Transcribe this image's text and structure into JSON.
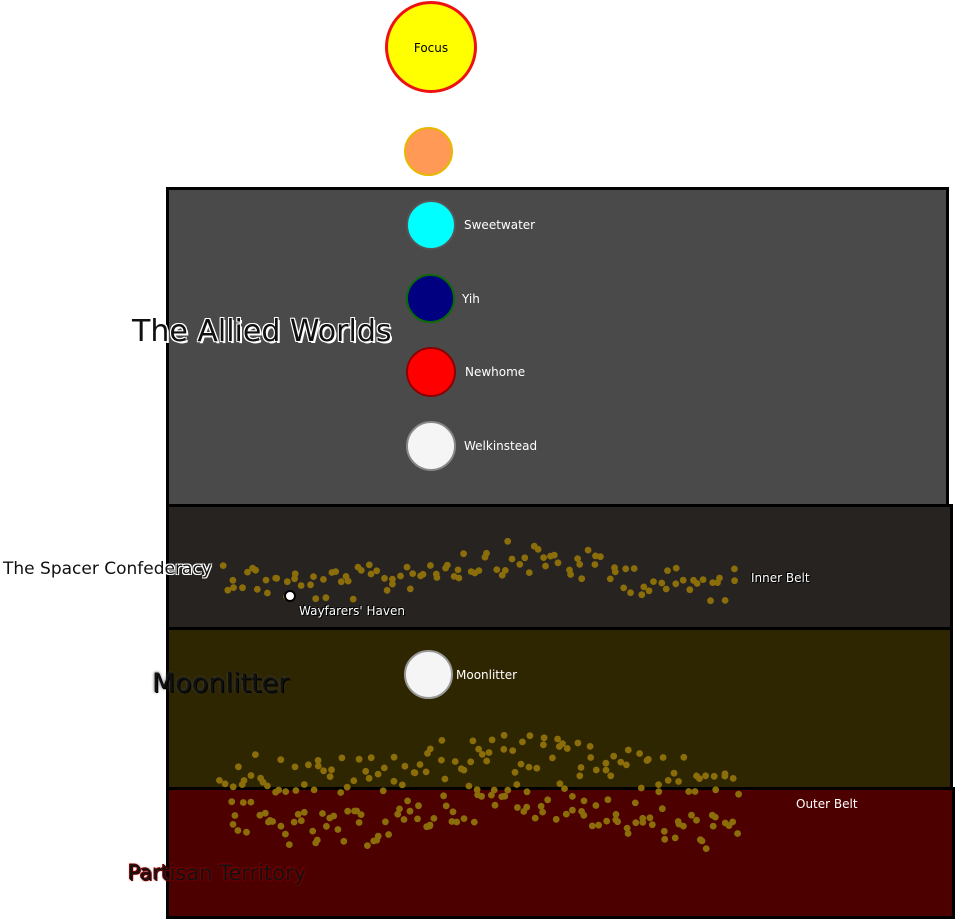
{
  "regions": {
    "allied": "The Allied Worlds",
    "spacer": "The Spacer Confederacy",
    "moonlitter": "Moonlitter",
    "partisan": "Partisan Territory"
  },
  "bodies": {
    "focus": "Focus",
    "sweetwater": "Sweetwater",
    "yih": "Yih",
    "newhome": "Newhome",
    "welkinstead": "Welkinstead",
    "moonlitter": "Moonlitter",
    "wayfarers_haven": "Wayfarers' Haven"
  },
  "belts": {
    "inner": "Inner Belt",
    "outer": "Outer Belt"
  },
  "colors": {
    "asteroid": "#8b6d0a",
    "focus": "#ffff00",
    "sweetwater": "#00ffff",
    "yih": "#000080",
    "newhome": "#ff0000",
    "welkinstead": "#f5f5f5"
  }
}
